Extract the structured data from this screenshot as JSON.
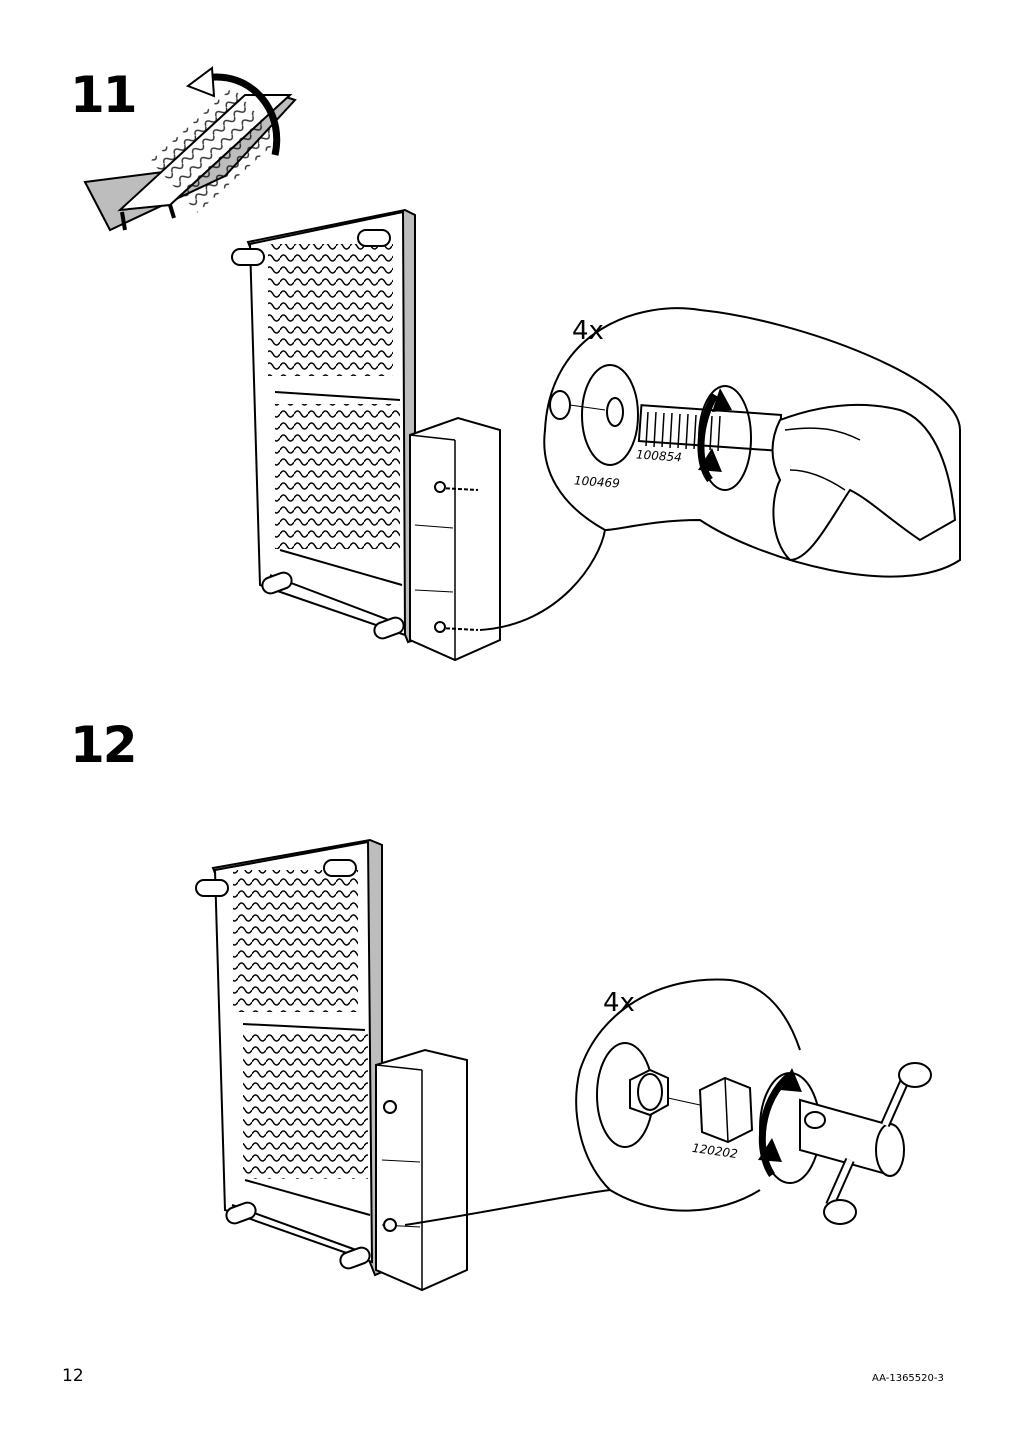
{
  "step11": {
    "number": "11",
    "quantity": "4x",
    "parts": [
      "100854",
      "100469"
    ]
  },
  "step12": {
    "number": "12",
    "quantity": "4x",
    "parts": [
      "120202"
    ]
  },
  "footer": {
    "page_number": "12",
    "doc_code": "AA-1365520-3"
  }
}
